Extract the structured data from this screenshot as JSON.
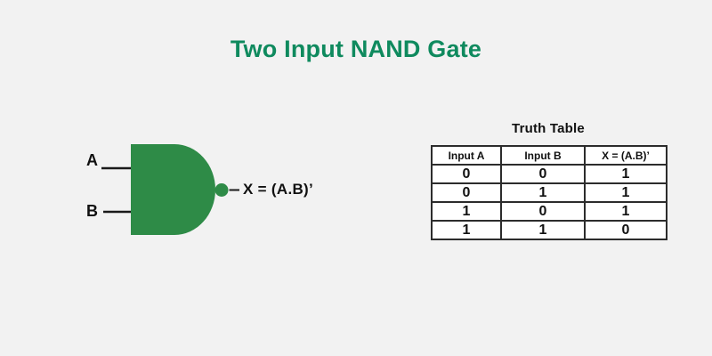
{
  "page": {
    "title": "Two Input NAND Gate"
  },
  "colors": {
    "background": "#f2f2f2",
    "title_green": "#0f8a5e",
    "gate_green": "#2e8b47",
    "wire_black": "#1a1a1a",
    "table_border": "#2c2c2c",
    "cell_background": "#ffffff"
  },
  "diagram": {
    "input_a_label": "A",
    "input_b_label": "B",
    "output_label": "X = (A.B)’"
  },
  "truth_table": {
    "title": "Truth Table",
    "headers": [
      "Input A",
      "Input B",
      "X = (A.B)’"
    ],
    "rows": [
      [
        "0",
        "0",
        "1"
      ],
      [
        "0",
        "1",
        "1"
      ],
      [
        "1",
        "0",
        "1"
      ],
      [
        "1",
        "1",
        "0"
      ]
    ]
  }
}
